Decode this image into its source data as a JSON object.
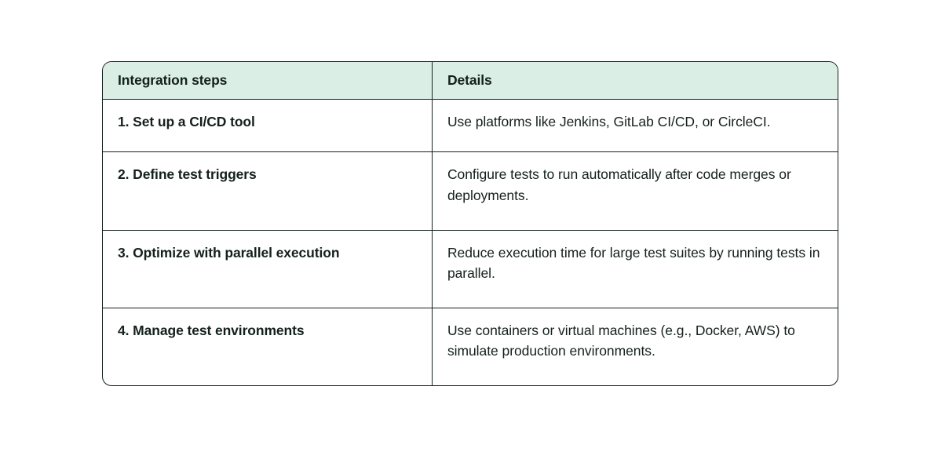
{
  "table": {
    "columns": [
      {
        "key": "steps",
        "label": "Integration steps"
      },
      {
        "key": "details",
        "label": "Details"
      }
    ],
    "rows": [
      {
        "step": "1. Set up a CI/CD tool",
        "details": "Use platforms like Jenkins, GitLab CI/CD, or CircleCI."
      },
      {
        "step": "2. Define test triggers",
        "details": "Configure tests to run automatically after code merges or deployments."
      },
      {
        "step": "3. Optimize with parallel execution",
        "details": "Reduce execution time for large test suites by running tests in parallel."
      },
      {
        "step": "4. Manage test environments",
        "details": "Use containers or virtual machines (e.g., Docker, AWS) to simulate production environments."
      }
    ]
  },
  "colors": {
    "header_background": "#dbeee5",
    "border": "#14201b",
    "text": "#14201b",
    "page_background": "#ffffff"
  }
}
